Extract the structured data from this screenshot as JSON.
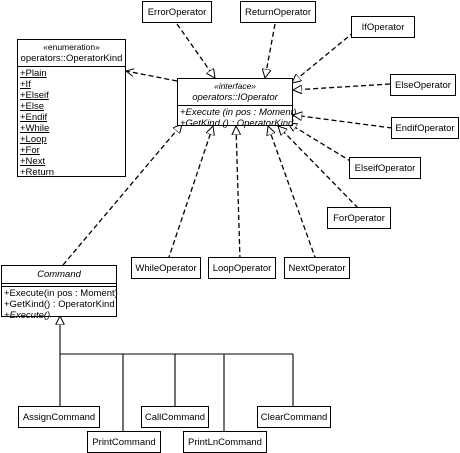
{
  "kind_enum": {
    "stereotype": "«enumeration»",
    "name": "operators::OperatorKind",
    "literals": [
      "+Plain",
      "+If",
      "+Elseif",
      "+Else",
      "+Endif",
      "+While",
      "+Loop",
      "+For",
      "+Next",
      "+Return"
    ]
  },
  "ioperator": {
    "stereotype": "«interface»",
    "name": "operators::IOperator",
    "operations": [
      "+Execute (in pos : Moment)",
      "+GetKind () : OperatorKind"
    ]
  },
  "command": {
    "name": "Command",
    "operations": [
      "+Execute(in pos : Moment)",
      "+GetKind() : OperatorKind",
      "+Execute()"
    ]
  },
  "operators": {
    "error": "ErrorOperator",
    "return_op": "ReturnOperator",
    "if_op": "IfOperator",
    "else_op": "ElseOperator",
    "endif": "EndifOperator",
    "elseif": "ElseifOperator",
    "for_op": "ForOperator",
    "while_op": "WhileOperator",
    "loop": "LoopOperator",
    "next": "NextOperator"
  },
  "commands": {
    "assign": "AssignCommand",
    "print": "PrintCommand",
    "call": "CallCommand",
    "println": "PrintLnCommand",
    "clear": "ClearCommand"
  }
}
